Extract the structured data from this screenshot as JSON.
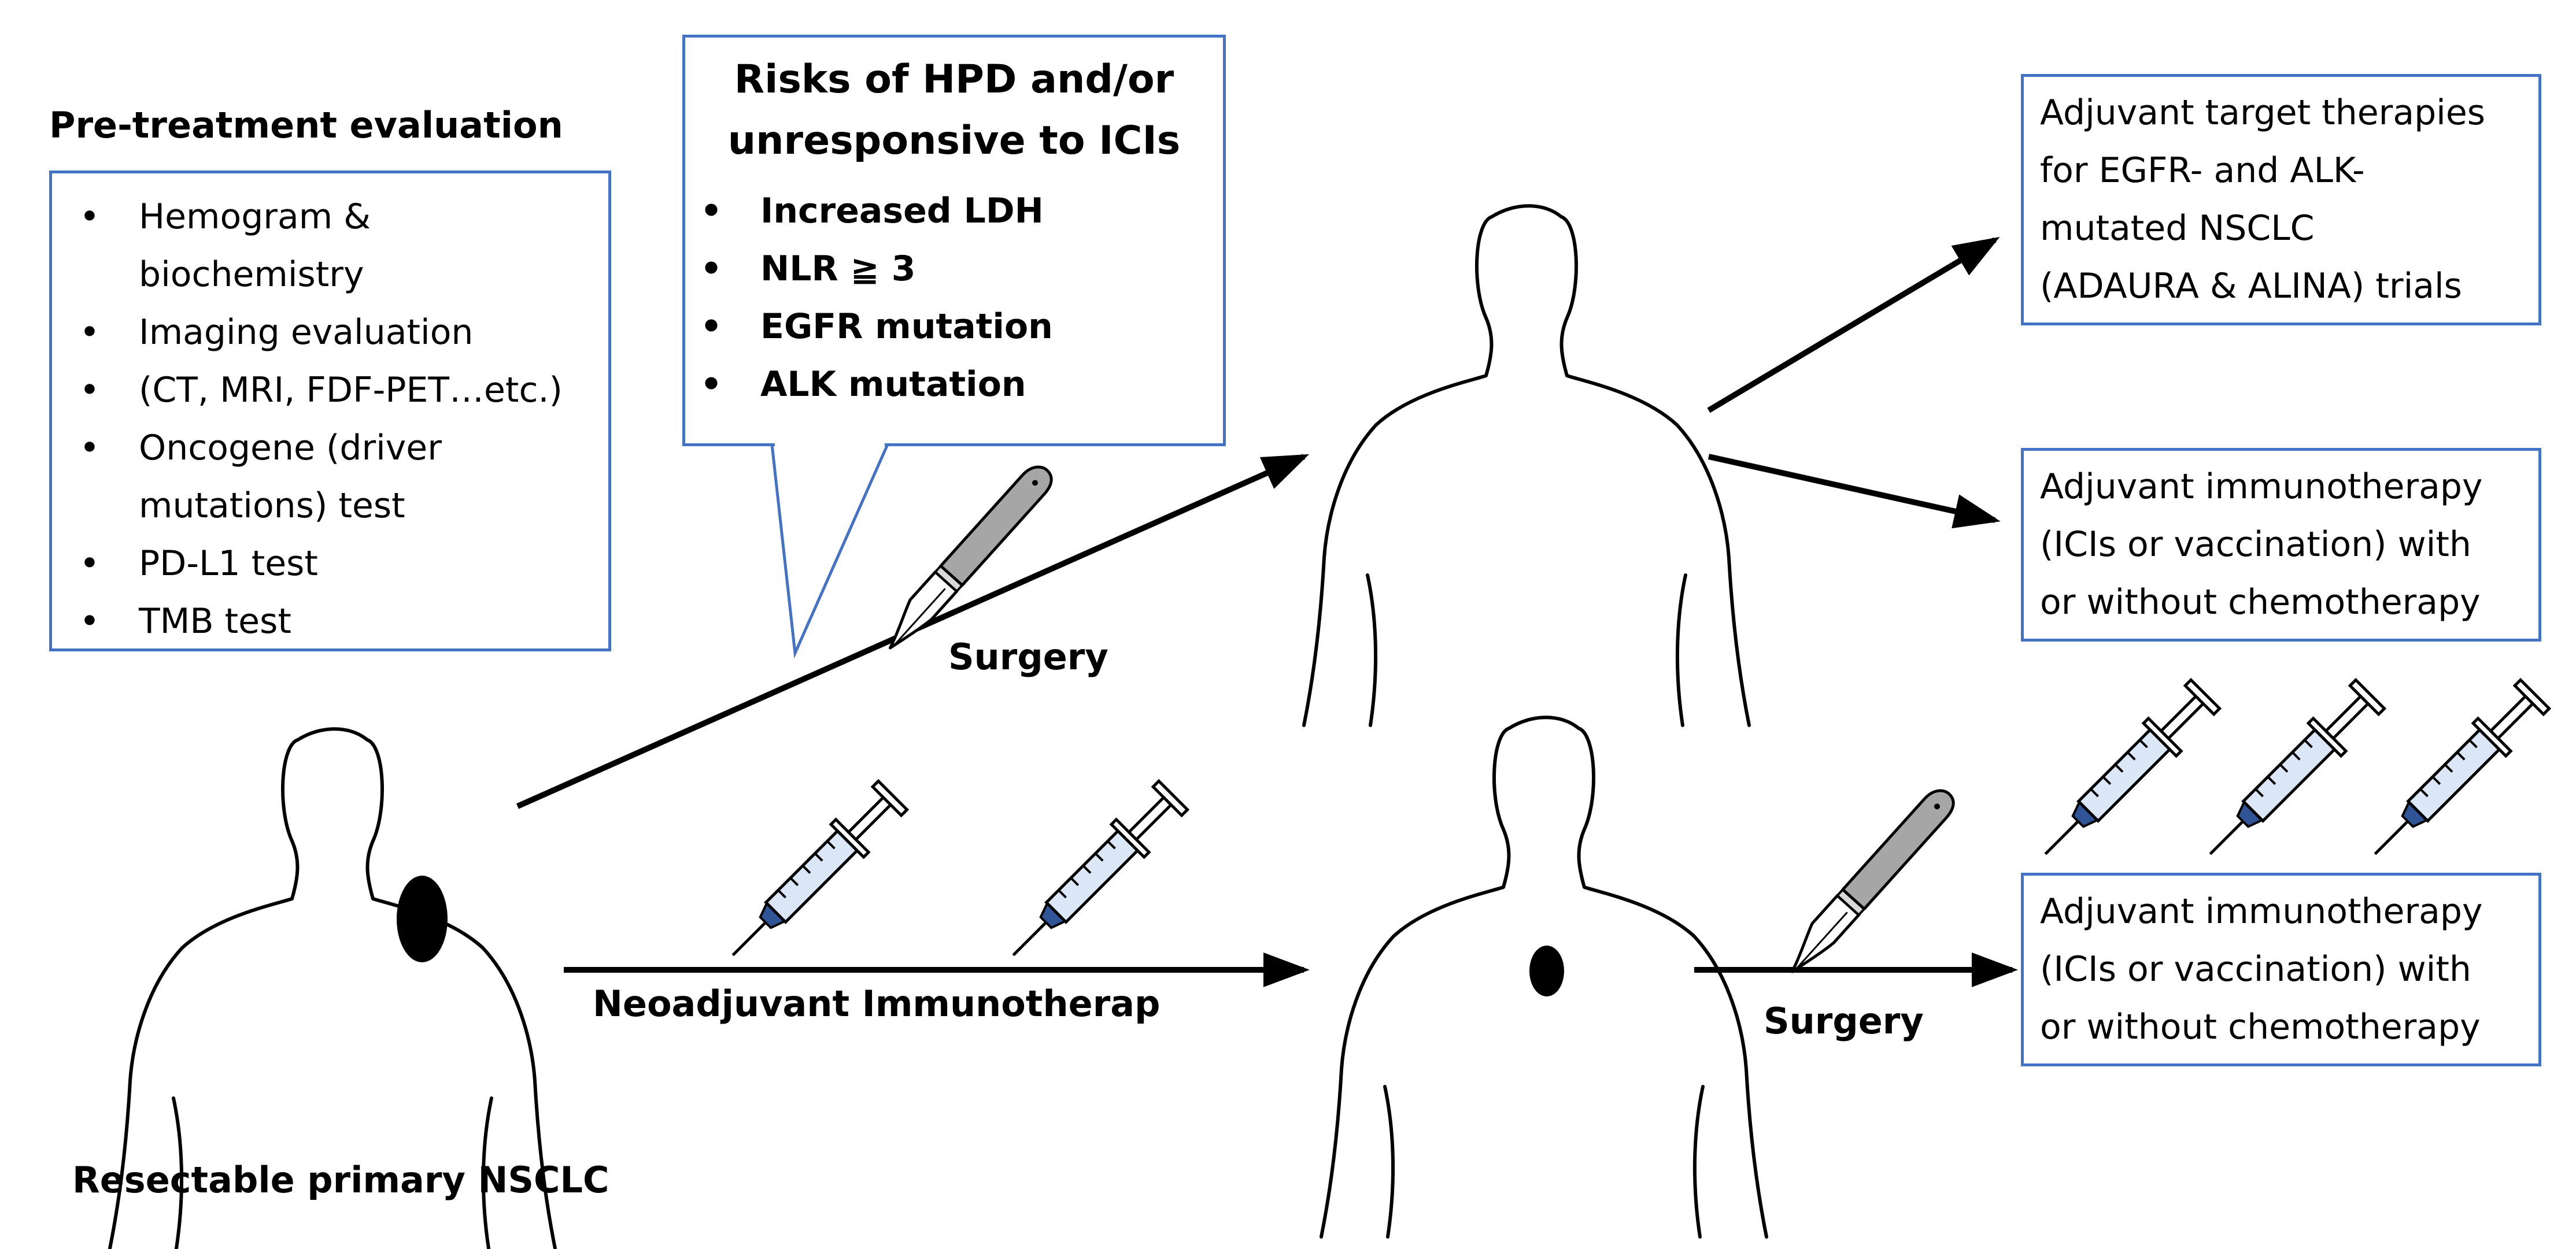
{
  "pretreatment": {
    "title": "Pre-treatment evaluation",
    "items": [
      [
        "Hemogram &",
        "biochemistry"
      ],
      [
        "Imaging evaluation"
      ],
      [
        "(CT, MRI, FDF-PET…etc.)"
      ],
      [
        "Oncogene (driver",
        "mutations) test"
      ],
      [
        "PD-L1 test"
      ],
      [
        "TMB test"
      ]
    ]
  },
  "risks": {
    "title_lines": [
      "Risks of HPD and/or",
      "unresponsive to ICIs"
    ],
    "items": [
      "Increased LDH",
      "NLR ≧ 3",
      "EGFR mutation",
      "ALK mutation"
    ]
  },
  "outcomes": {
    "targeted": [
      "Adjuvant target therapies",
      "for EGFR- and ALK-",
      "mutated NSCLC",
      "(ADAURA  & ALINA) trials"
    ],
    "immuno_top": [
      "Adjuvant immunotherapy",
      "(ICIs or vaccination) with",
      "or without chemotherapy"
    ],
    "immuno_bottom": [
      "Adjuvant immunotherapy",
      "(ICIs or vaccination) with",
      "or without chemotherapy"
    ]
  },
  "labels": {
    "surgery_top": "Surgery",
    "neoadjuvant": "Neoadjuvant Immunotherap",
    "surgery_bottom": "Surgery",
    "patient": "Resectable primary NSCLC"
  },
  "bullet_glyph": "•",
  "colors": {
    "box_border": "#4472c4",
    "syringe_fill": "#dbe7f7",
    "scalpel_fill": "#a6a6a6",
    "tumor": "#000000"
  }
}
